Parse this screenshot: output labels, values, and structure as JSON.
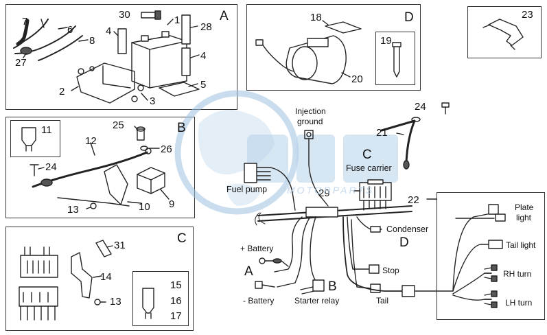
{
  "sections": {
    "A": "A",
    "B": "B",
    "C": "C",
    "D": "D",
    "harness_A": "A",
    "harness_B": "B",
    "harness_C": "C",
    "harness_D": "D"
  },
  "part_numbers": {
    "p1": "1",
    "p2": "2",
    "p3": "3",
    "p4a": "4",
    "p4b": "4",
    "p5": "5",
    "p6": "6",
    "p7": "7",
    "p8": "8",
    "p9": "9",
    "p10": "10",
    "p11": "11",
    "p12": "12",
    "p13a": "13",
    "p13b": "13",
    "p14": "14",
    "p15": "15",
    "p16": "16",
    "p17": "17",
    "p18": "18",
    "p19": "19",
    "p20": "20",
    "p21": "21",
    "p22": "22",
    "p23": "23",
    "p24a": "24",
    "p24b": "24",
    "p25": "25",
    "p26": "26",
    "p27": "27",
    "p28": "28",
    "p29": "29",
    "p30": "30",
    "p31": "31"
  },
  "labels": {
    "injection_ground_1": "Injection",
    "injection_ground_2": "ground",
    "fuse_carrier": "Fuse carrier",
    "fuel_pump": "Fuel pump",
    "condenser": "Condenser",
    "plus_battery": "+ Battery",
    "minus_battery": "- Battery",
    "starter_relay": "Starter relay",
    "stop": "Stop",
    "tail": "Tail",
    "plate_light_1": "Plate",
    "plate_light_2": "light",
    "tail_light": "Tail light",
    "rh_turn": "RH turn",
    "lh_turn": "LH turn"
  },
  "watermark": {
    "text": "OEM",
    "subtext": "MOTORPARTS"
  },
  "colors": {
    "line": "#222222",
    "watermark": "#9ec3e3"
  }
}
